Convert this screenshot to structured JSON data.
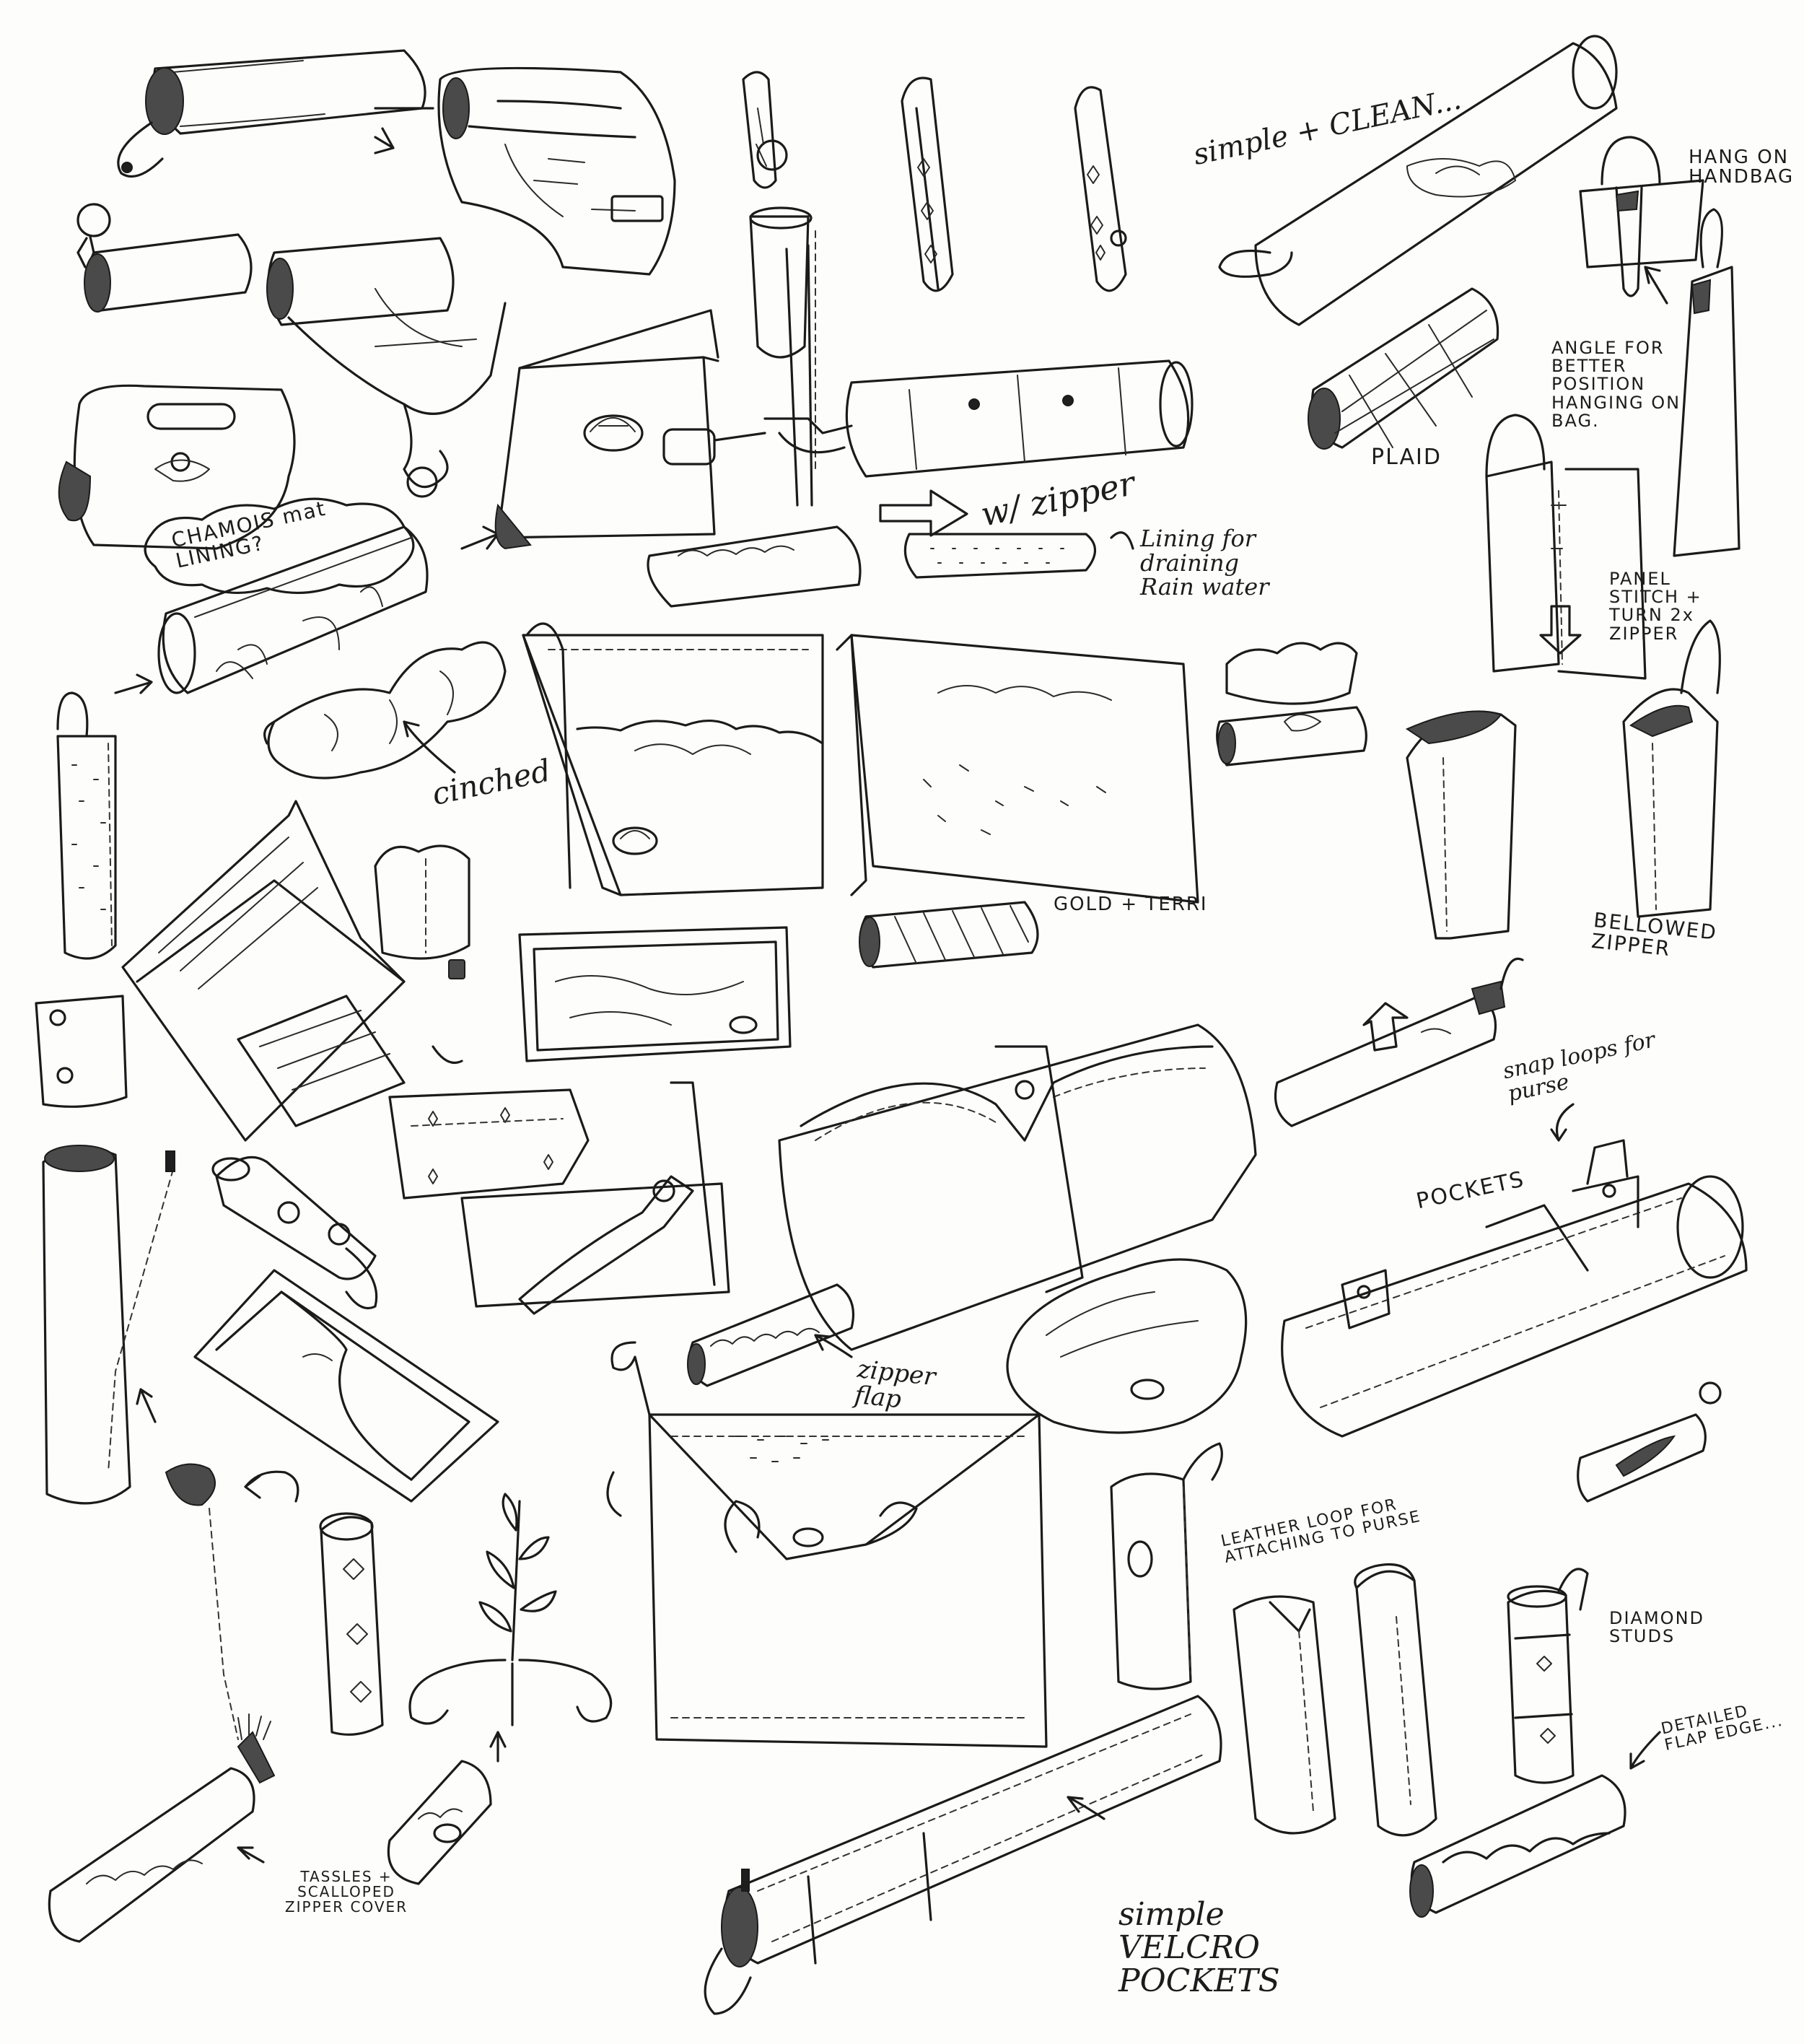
{
  "page": {
    "background": "#fdfdfc",
    "ink_color": "#1b1b1b",
    "medium": "pen sketch"
  },
  "annotations": {
    "simple_clean": "simple + CLEAN...",
    "hang_on_handbag": "HANG ON HANDBAG",
    "angle_position": "ANGLE FOR BETTER POSITION HANGING ON BAG.",
    "plaid": "PLAID",
    "chamois_mat_lining": "CHAMOIS mat LINING?",
    "w_zipper": "w/ zipper",
    "lining_draining": "Lining for draining Rain water",
    "panel_stitch": "PANEL STITCH + TURN 2x ZIPPER",
    "cinched": "cinched",
    "gold_terri": "GOLD + TERRI",
    "bellowed_zipper": "BELLOWED ZIPPER",
    "snap_loops": "snap loops for purse",
    "pockets": "POCKETS",
    "zipper_flap": "zipper flap",
    "leather_loop": "LEATHER LOOP FOR ATTACHING TO PURSE",
    "diamond_studs": "DIAMOND STUDS",
    "detailed_flap_edge": "DETAILED FLAP EDGE...",
    "tassles_scalloped": "TASSLES + SCALLOPED ZIPPER COVER",
    "simple_velcro_pockets": "simple VELCRO POCKETS"
  },
  "icons": [
    "rolled-cylinder-case-icon",
    "wrist-loop-icon",
    "clutch-bag-icon",
    "umbrella-icon",
    "strap-icon",
    "zipper-icon",
    "arrow-icon",
    "flap-envelope-icon",
    "diamond-stud-icon",
    "tassel-icon",
    "scroll-ornament-icon"
  ]
}
